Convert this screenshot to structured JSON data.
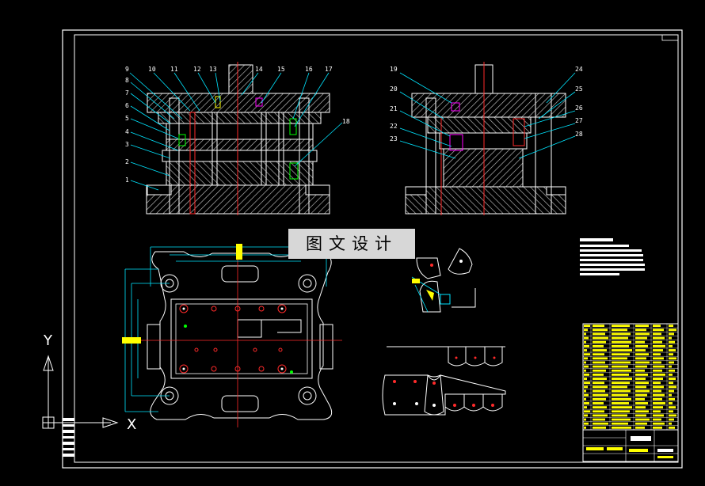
{
  "watermark_label": "图文设计",
  "axes": {
    "y_label": "Y",
    "x_label": "X"
  },
  "left_section_callouts": [
    "9",
    "10",
    "11",
    "12",
    "13",
    "14",
    "15",
    "16",
    "17",
    "8",
    "7",
    "6",
    "5",
    "4",
    "3",
    "2",
    "1",
    "18"
  ],
  "right_section_callouts": [
    "19",
    "20",
    "21",
    "22",
    "23",
    "24",
    "25",
    "26",
    "27",
    "28"
  ],
  "colors": {
    "background": "#000000",
    "frame": "#ffffff",
    "hatch": "#c8c8c8",
    "centerline": "#ff2a2a",
    "cyan": "#00e5ff",
    "yellow": "#ffff00",
    "magenta": "#ff00ff",
    "green": "#00ff00"
  }
}
